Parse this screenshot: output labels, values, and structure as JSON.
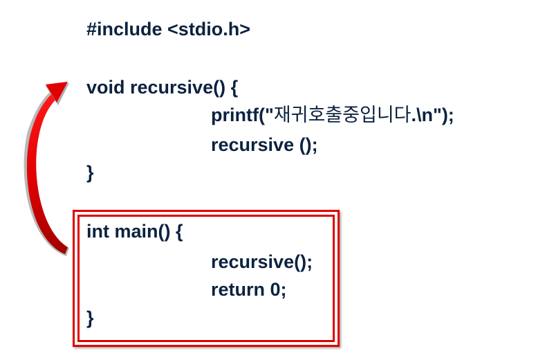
{
  "code": {
    "include": "#include <stdio.h>",
    "func_decl": "void recursive() {",
    "printf_prefix": "printf(\"",
    "printf_korean": "재귀호출중입니다",
    "printf_suffix": ".\\n\");",
    "recursive_call": "recursive ();",
    "func_close": "}",
    "main_decl": "int main() {",
    "main_call": "recursive();",
    "main_return": "return 0;",
    "main_close": "}"
  },
  "colors": {
    "text": "#0b2240",
    "highlight_box": "#e00000",
    "arrow": "#e00000"
  },
  "icons": {
    "arrow": "curved-arrow-icon"
  }
}
